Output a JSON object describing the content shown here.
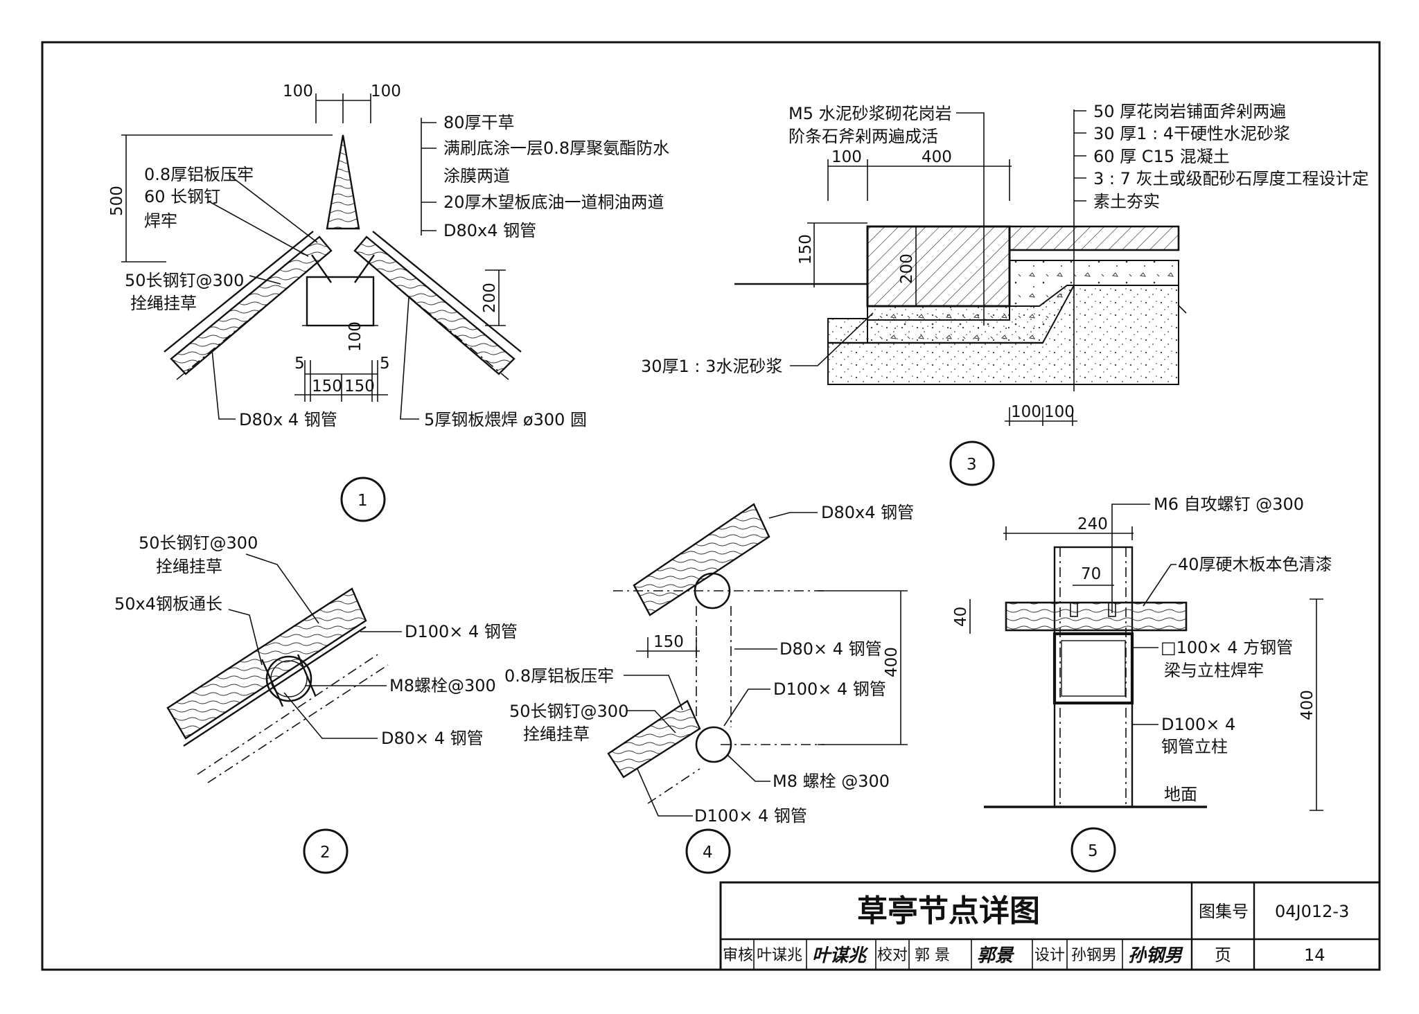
{
  "sheet_title": "草亭节点详图",
  "title_block": {
    "atlas_no_label": "图集号",
    "atlas_no": "04J012-3",
    "page_label": "页",
    "page_no": "14",
    "review_label": "审核",
    "reviewer": "叶谋兆",
    "reviewer_sig": "叶谋兆",
    "check_label": "校对",
    "checker": "郭 景",
    "checker_sig": "郭景",
    "design_label": "设计",
    "designer": "孙钢男",
    "designer_sig": "孙钢男"
  },
  "detail1": {
    "number": "1",
    "dim_left": "100",
    "dim_right": "100",
    "dim_height": "500",
    "dim_200": "200",
    "dim_100": "100",
    "dim_5_left": "5",
    "dim_5_right": "5",
    "dim_150_left": "150",
    "dim_150_right": "150",
    "note_thatch": "80厚干草",
    "note_coating_1": "满刷底涂一层0.8厚聚氨酯防水",
    "note_coating_2": "涂膜两道",
    "note_board": "20厚木望板底油一道桐油两道",
    "note_pipe_top": "D80x4 钢管",
    "note_al_plate": "0.8厚铝板压牢",
    "note_nail": "60 长钢钉",
    "note_weld": "焊牢",
    "note_nail300": "50长钢钉@300",
    "note_rope": "拴绳挂草",
    "note_pipe_bottom": "D80x 4 钢管",
    "note_steel_plate": "5厚钢板煨焊 ø300 圆"
  },
  "detail2": {
    "number": "2",
    "note_nail300": "50长钢钉@300",
    "note_rope": "拴绳挂草",
    "note_plate": "50x4钢板通长",
    "note_d100": "D100× 4 钢管",
    "note_bolt": "M8螺栓@300",
    "note_d80": "D80× 4 钢管"
  },
  "detail3": {
    "number": "3",
    "note_granite_1": "M5 水泥砂浆砌花岗岩",
    "note_granite_2": "阶条石斧剁两遍成活",
    "dim_100": "100",
    "dim_400": "400",
    "dim_150": "150",
    "dim_200": "200",
    "dim_bottom_1": "100",
    "dim_bottom_2": "100",
    "layer_1": "50 厚花岗岩铺面斧剁两遍",
    "layer_2": "30 厚1 : 4干硬性水泥砂浆",
    "layer_3": "60 厚 C15 混凝土",
    "layer_4": "3 : 7 灰土或级配砂石厚度工程设计定",
    "layer_5": "素土夯实",
    "note_mortar": "30厚1 : 3水泥砂浆"
  },
  "detail4": {
    "number": "4",
    "note_d80_top": "D80x4 钢管",
    "dim_150": "150",
    "note_d80_mid": "D80× 4 钢管",
    "dim_400": "400",
    "note_d100_mid": "D100× 4 钢管",
    "note_al_plate": "0.8厚铝板压牢",
    "note_nail300": "50长钢钉@300",
    "note_rope": "拴绳挂草",
    "note_bolt": "M8 螺栓 @300",
    "note_d100_bottom": "D100× 4 钢管"
  },
  "detail5": {
    "number": "5",
    "note_screw": "M6 自攻螺钉 @300",
    "dim_240": "240",
    "dim_70": "70",
    "dim_40": "40",
    "dim_400": "400",
    "note_board": "40厚硬木板本色清漆",
    "note_beam_1": "□100× 4 方钢管",
    "note_beam_2": "梁与立柱焊牢",
    "note_post_1": "D100× 4",
    "note_post_2": "钢管立柱",
    "note_ground": "地面"
  }
}
